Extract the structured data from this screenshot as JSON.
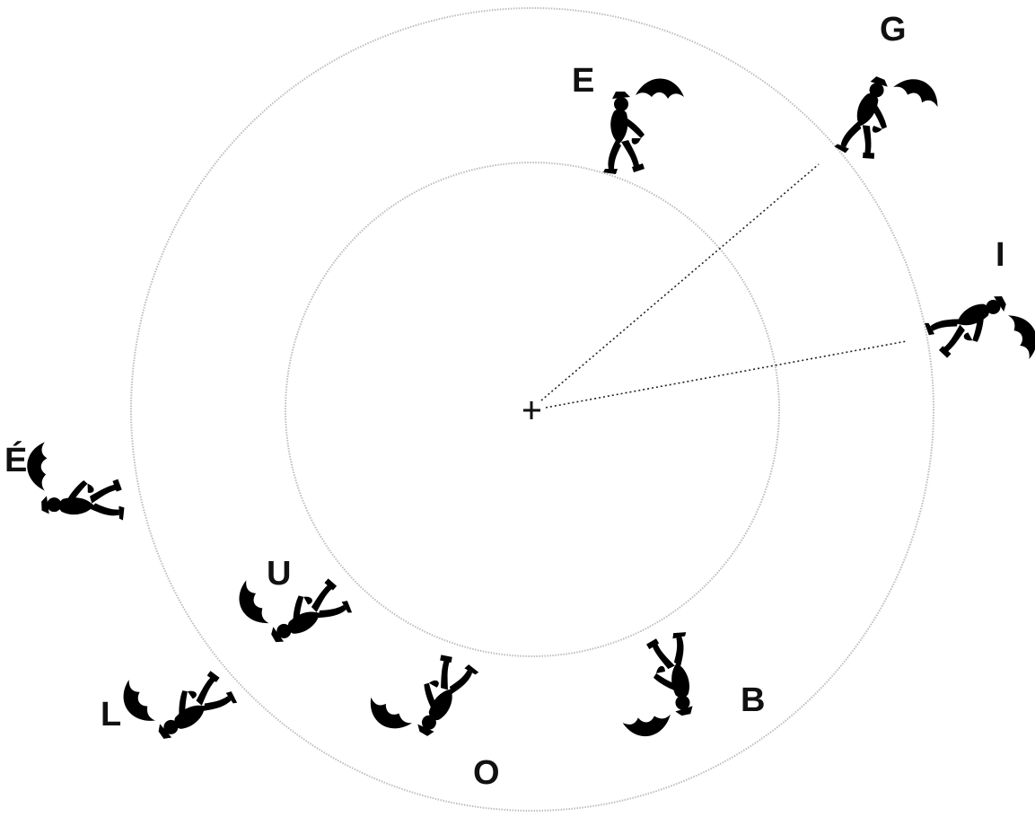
{
  "diagram": {
    "center_mark": "+",
    "stimuli": [
      {
        "letter": "E",
        "ring": "inner"
      },
      {
        "letter": "G",
        "ring": "outer"
      },
      {
        "letter": "I",
        "ring": "outer"
      },
      {
        "letter": "B",
        "ring": "inner"
      },
      {
        "letter": "O",
        "ring": "inner"
      },
      {
        "letter": "U",
        "ring": "inner"
      },
      {
        "letter": "L",
        "ring": "outer"
      },
      {
        "letter": "É",
        "ring": "outer"
      }
    ],
    "rays_to": [
      "G",
      "I"
    ]
  }
}
